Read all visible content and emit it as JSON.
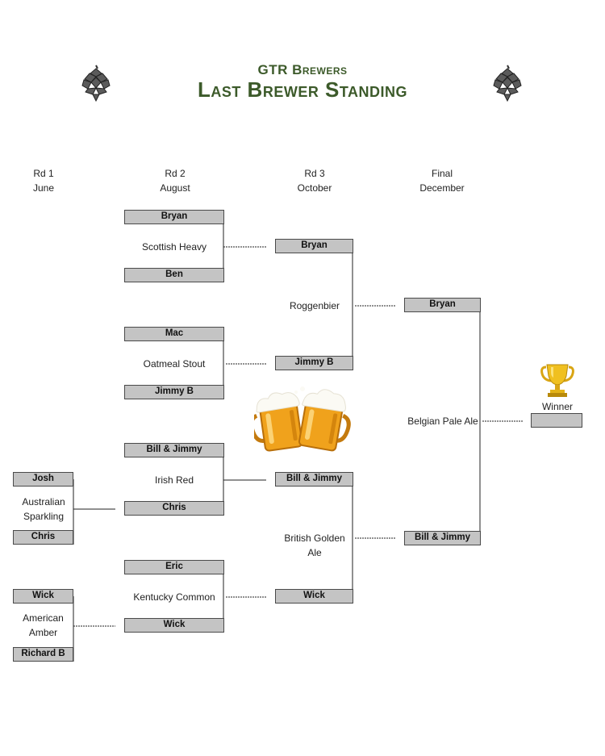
{
  "header": {
    "org": "GTR Brewers",
    "title": "Last Brewer Standing"
  },
  "rounds": [
    {
      "name": "Rd 1",
      "month": "June"
    },
    {
      "name": "Rd 2",
      "month": "August"
    },
    {
      "name": "Rd 3",
      "month": "October"
    },
    {
      "name": "Final",
      "month": "December"
    }
  ],
  "round1": {
    "match1": {
      "top": "Josh",
      "style": "Australian Sparkling",
      "bottom": "Chris"
    },
    "match2": {
      "top": "Wick",
      "style": "American Amber",
      "bottom": "Richard B"
    }
  },
  "round2": {
    "match1": {
      "top": "Bryan",
      "style": "Scottish Heavy",
      "bottom": "Ben"
    },
    "match2": {
      "top": "Mac",
      "style": "Oatmeal Stout",
      "bottom": "Jimmy B"
    },
    "match3": {
      "top": "Bill & Jimmy",
      "style": "Irish Red",
      "bottom": "Chris"
    },
    "match4": {
      "top": "Eric",
      "style": "Kentucky Common",
      "bottom": "Wick"
    }
  },
  "round3": {
    "match1": {
      "top": "Bryan",
      "style": "Roggenbier",
      "bottom": "Jimmy B"
    },
    "match2": {
      "top": "Bill & Jimmy",
      "style": "British Golden Ale",
      "bottom": "Wick"
    }
  },
  "final": {
    "top": "Bryan",
    "style": "Belgian Pale Ale",
    "bottom": "Bill & Jimmy"
  },
  "winner": {
    "label": "Winner",
    "name": ""
  },
  "icons": [
    "hop-icon",
    "hop-icon",
    "trophy-icon",
    "beer-mugs-icon"
  ],
  "colors": {
    "title": "#3c5a2a",
    "box_fill": "#c4c4c4",
    "trophy": "#e3b318",
    "beer": "#f0a21c"
  }
}
